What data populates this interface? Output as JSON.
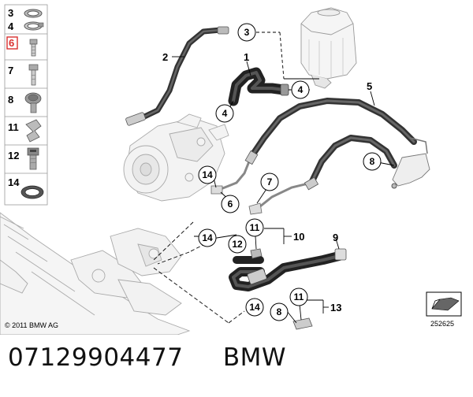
{
  "sidebar": {
    "items": [
      "3",
      "4",
      "6",
      "7",
      "8",
      "11",
      "12",
      "14"
    ],
    "highlighted": "6",
    "highlight_color": "#d9302f"
  },
  "callouts": {
    "c1": "1",
    "c2": "2",
    "c3": "3",
    "c4a": "4",
    "c4b": "4",
    "c5": "5",
    "c6": "6",
    "c7": "7",
    "c8a": "8",
    "c8b": "8",
    "c9": "9",
    "c10": "10",
    "c11a": "11",
    "c11b": "11",
    "c12": "12",
    "c13": "13",
    "c14a": "14",
    "c14b": "14",
    "c14c": "14"
  },
  "copyright": "© 2011 BMW AG",
  "figure_id": "252625",
  "footer": {
    "part_number": "07129904477",
    "brand": "BMW"
  }
}
